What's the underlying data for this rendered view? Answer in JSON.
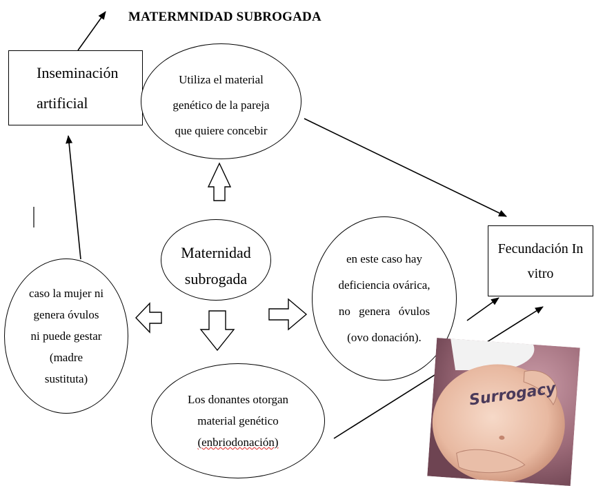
{
  "title": "MATERMNIDAD SUBROGADA",
  "boxes": {
    "inseminacion": {
      "lines": [
        "Inseminación",
        "artificial"
      ]
    },
    "fecundacion": {
      "lines": [
        "Fecundación In",
        "vitro"
      ]
    }
  },
  "ovals": {
    "genetico": {
      "lines": [
        "Utiliza el material",
        "genético de la pareja",
        "que quiere concebir"
      ]
    },
    "centro": {
      "lines": [
        "Maternidad",
        "subrogada"
      ]
    },
    "sustituta": {
      "lines": [
        "caso la mujer ni",
        "genera óvulos",
        "ni puede gestar",
        "(madre",
        "sustituta)"
      ]
    },
    "ovica": {
      "lines": [
        "en este caso hay",
        "deficiencia ovárica,",
        "no genera óvulos",
        "(ovo donación)."
      ]
    },
    "donantes": {
      "lines": [
        "Los donantes otorgan",
        "material genético",
        "(enbriodonación)"
      ]
    }
  },
  "image": {
    "caption": "Surrogacy"
  }
}
